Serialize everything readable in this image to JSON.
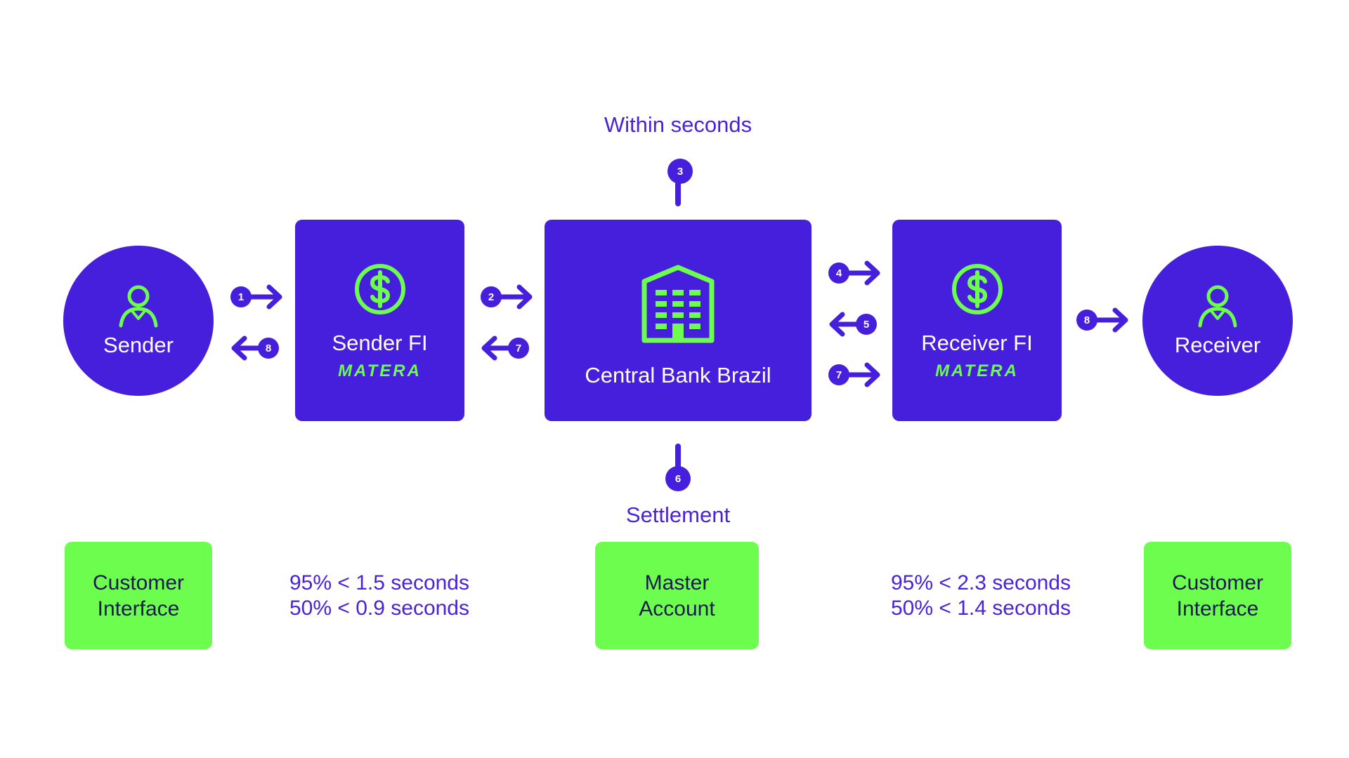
{
  "colors": {
    "primary": "#451fdc",
    "accent": "#6dfd4f",
    "text_dark": "#1a1a4d"
  },
  "icons": {
    "person": "person-icon",
    "dollar": "dollar-coin-icon",
    "building": "building-icon"
  },
  "top_caption": "Within seconds",
  "bottom_caption": "Settlement",
  "nodes": {
    "sender": {
      "label": "Sender"
    },
    "sender_fi": {
      "label": "Sender FI",
      "brand": "MATERA"
    },
    "central_bank": {
      "label": "Central Bank Brazil"
    },
    "receiver_fi": {
      "label": "Receiver FI",
      "brand": "MATERA"
    },
    "receiver": {
      "label": "Receiver"
    }
  },
  "steps": {
    "s1": "1",
    "s8_left": "8",
    "s2": "2",
    "s7_left": "7",
    "s3": "3",
    "s4": "4",
    "s5": "5",
    "s7_right": "7",
    "s6": "6",
    "s8_right": "8"
  },
  "bottom": {
    "left_interface": {
      "line1": "Customer",
      "line2": "Interface"
    },
    "left_stats": {
      "line1": "95% < 1.5 seconds",
      "line2": "50% < 0.9 seconds"
    },
    "master_account": {
      "line1": "Master",
      "line2": "Account"
    },
    "right_stats": {
      "line1": "95% < 2.3 seconds",
      "line2": "50% < 1.4 seconds"
    },
    "right_interface": {
      "line1": "Customer",
      "line2": "Interface"
    }
  }
}
